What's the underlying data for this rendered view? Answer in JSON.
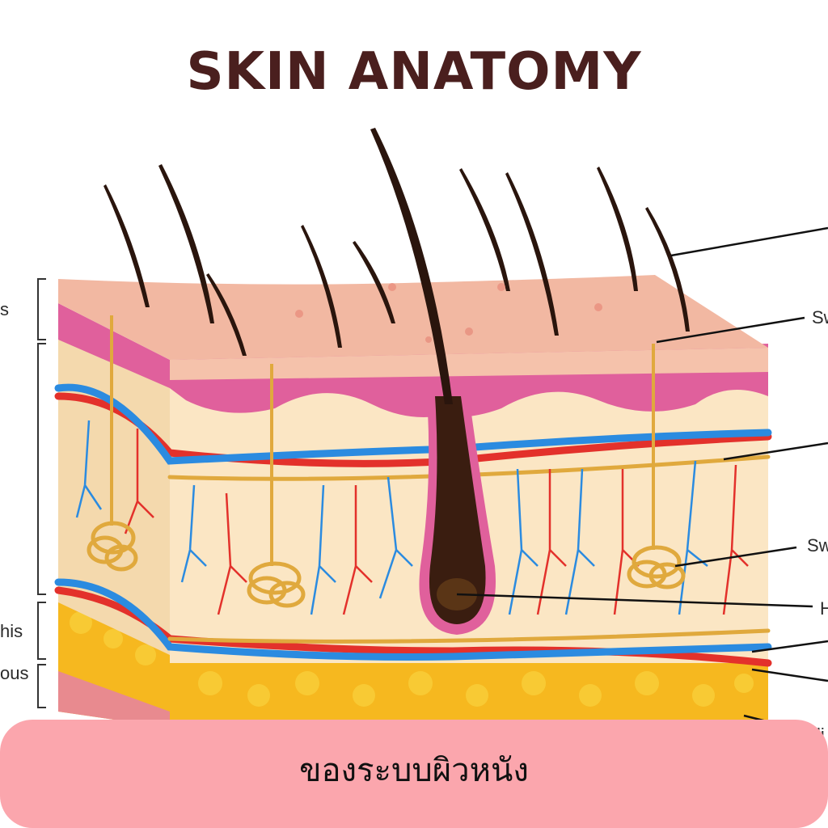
{
  "title": "SKIN ANATOMY",
  "labels": {
    "left_epidermis": "s",
    "left_hypodermis": "his",
    "left_subcutaneous": "ous",
    "right_sweat_pore": "Sw",
    "right_sweat_gland": "Sw",
    "right_hair_follicle": "H",
    "right_fat": "li"
  },
  "caption": "ของระบบผิวหนัง",
  "colors": {
    "title": "#4a1f1e",
    "caption_bg": "#fba6ad",
    "epidermis_top": "#f2b8a2",
    "epidermis_layer": "#e0609c",
    "dermis": "#fbe6c4",
    "fat": "#f6b81f",
    "artery": "#e3312b",
    "vein": "#2b8be0",
    "nerve": "#e0a93d",
    "hair": "#2a150d"
  }
}
